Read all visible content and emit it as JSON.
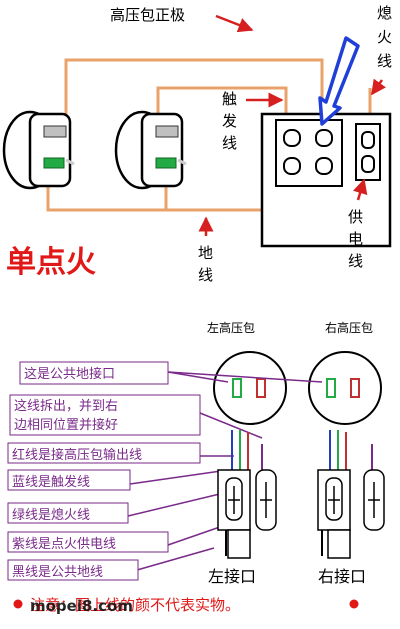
{
  "top": {
    "hv_positive": "高压包正极",
    "flameout_line": [
      "熄",
      "火",
      "线"
    ],
    "trigger_line": [
      "触",
      "发",
      "线"
    ],
    "power_line": [
      "供",
      "电",
      "线"
    ],
    "ground_line": [
      "地",
      "线"
    ],
    "title": "单点火"
  },
  "bottom": {
    "left_coil": "左高压包",
    "right_coil": "右高压包",
    "legend": [
      "这是公共地接口",
      "这线拆出，并到右",
      "边相同位置并接好",
      "红线是接高压包输出线",
      "蓝线是触发线",
      "绿线是熄火线",
      "紫线是点火供电线",
      "黑线是公共地线"
    ],
    "left_port": "左接口",
    "right_port": "右接口",
    "footer": "注意：图上线的颜不代表实物。",
    "watermark": "mopei8.com"
  },
  "colors": {
    "orange_wire": "#e8a26a",
    "red_arrow": "#d62020",
    "blue_arrow": "#1f3fd8",
    "purple_text": "#7a2a8a",
    "green": "#22aa44",
    "red_title": "#e01818"
  }
}
